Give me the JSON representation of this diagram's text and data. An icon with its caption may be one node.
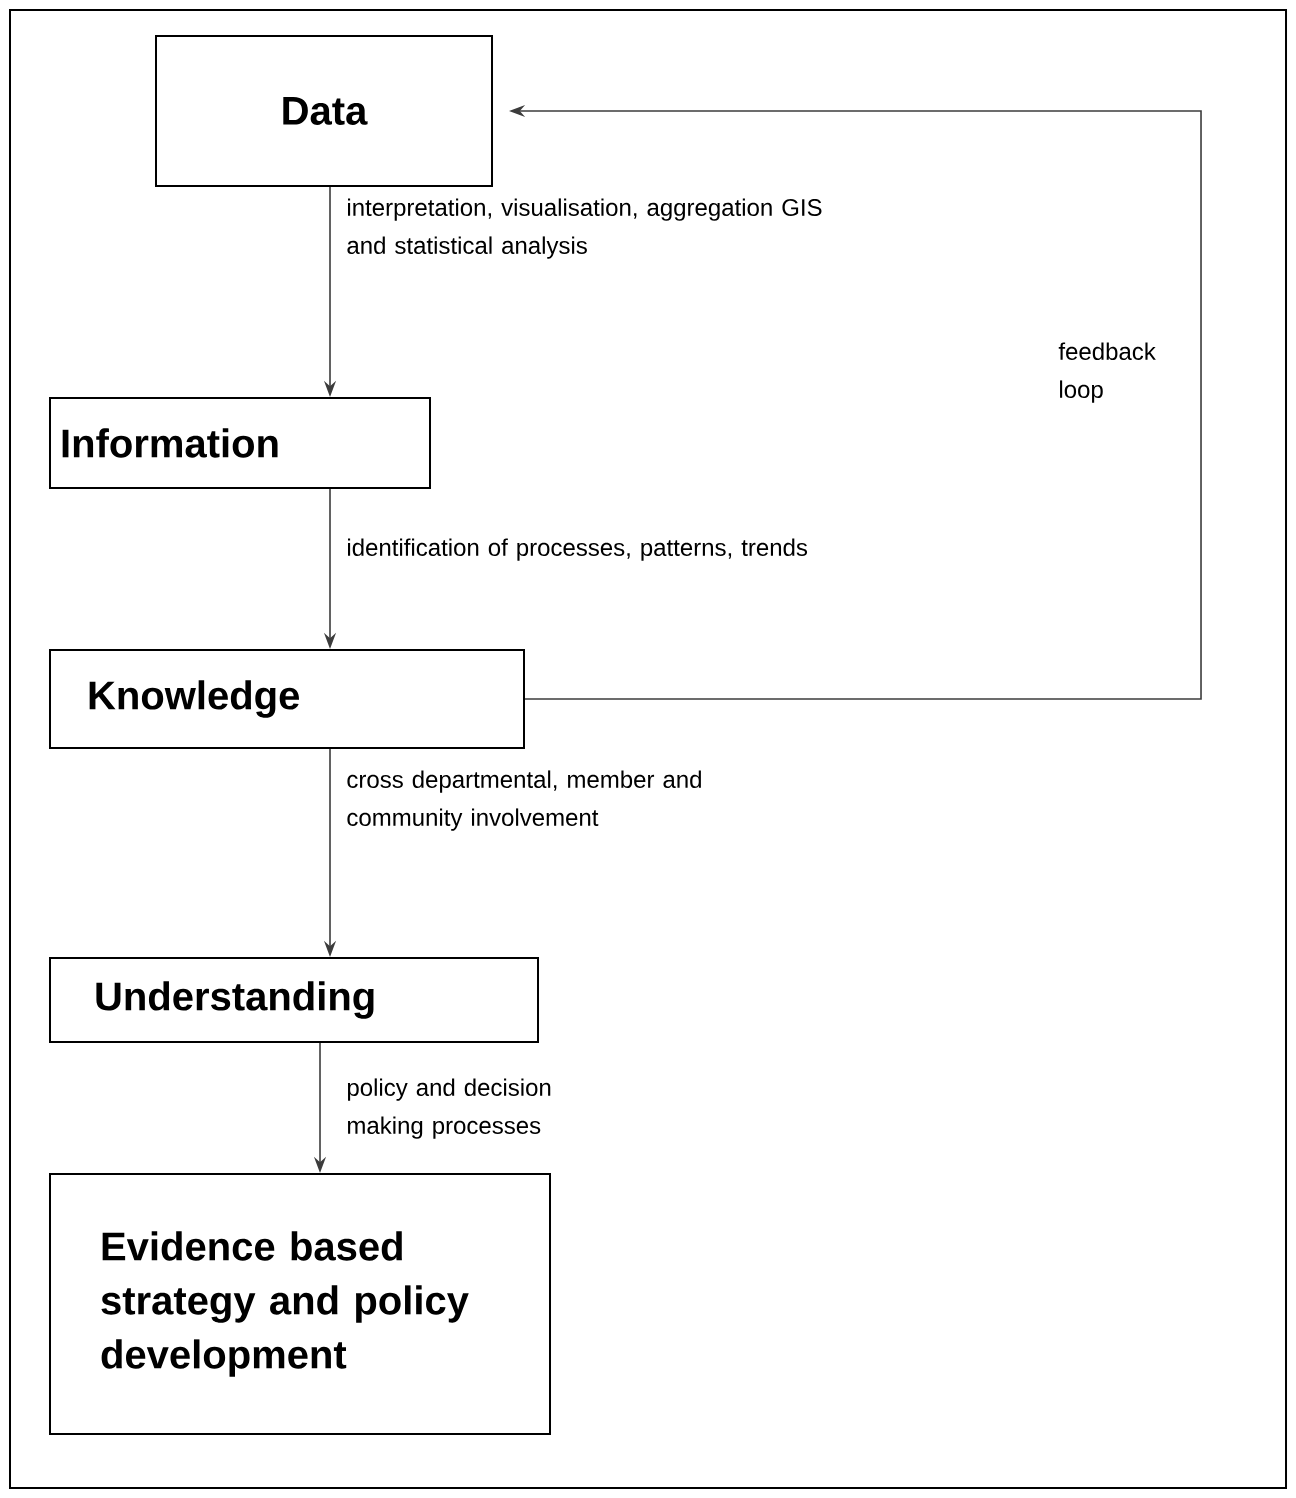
{
  "diagram": {
    "nodes": [
      {
        "text": [
          "Data"
        ]
      },
      {
        "text": [
          "Information"
        ]
      },
      {
        "text": [
          "Knowledge"
        ]
      },
      {
        "text": [
          "Understanding"
        ]
      },
      {
        "text": [
          "Evidence based strategy and policy development"
        ]
      }
    ],
    "edges": [
      {
        "from": 0,
        "to": 1,
        "arrow": "to",
        "label": "interpretation, visualisation, aggregation GIS and statistical analysis"
      },
      {
        "from": 1,
        "to": 2,
        "arrow": "to",
        "label": "identification of processes, patterns, trends"
      },
      {
        "from": 2,
        "to": 3,
        "arrow": "to",
        "label": "cross departmental, member and community involvement"
      },
      {
        "from": 3,
        "to": 4,
        "arrow": "to",
        "label": "policy and decision making processes"
      },
      {
        "from": 2,
        "to": 0,
        "arrow": "to",
        "label": "feedback loop"
      }
    ]
  }
}
